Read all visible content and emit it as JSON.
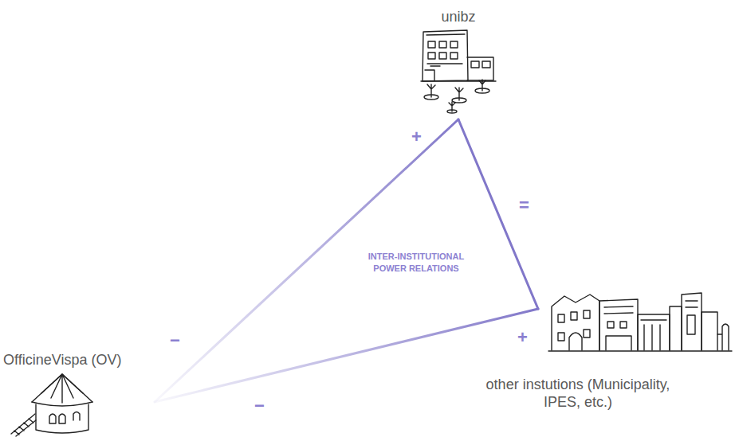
{
  "diagram": {
    "nodes": [
      {
        "text": [
          "unibz"
        ]
      },
      {
        "text": [
          "OfficineVispa (OV)"
        ]
      },
      {
        "text": [
          "other instutions (Municipality, IPES, etc.)"
        ]
      }
    ],
    "edges": [
      {
        "from": 0,
        "to": 2,
        "arrow": "none"
      },
      {
        "from": 1,
        "to": 0,
        "arrow": "none"
      },
      {
        "from": 1,
        "to": 2,
        "arrow": "none"
      }
    ],
    "labels": [
      "+",
      "=",
      "−",
      "+",
      "−",
      "INTER-INSTITUTIONAL POWER RELATIONS"
    ]
  }
}
